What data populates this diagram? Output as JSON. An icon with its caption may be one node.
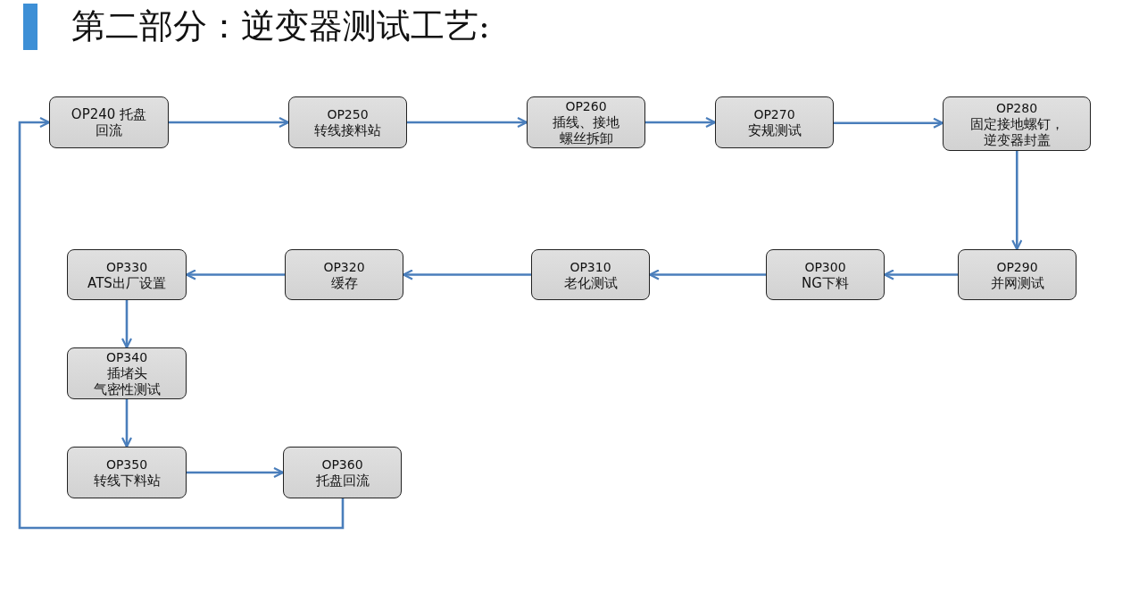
{
  "diagram": {
    "title": "第二部分：逆变器测试工艺:",
    "nodes": [
      {
        "text": [
          "OP240 托盘回流"
        ]
      },
      {
        "text": [
          "OP250",
          "转线接料站"
        ]
      },
      {
        "text": [
          "OP260",
          "插线、接地螺丝拆卸"
        ]
      },
      {
        "text": [
          "OP270",
          "安规测试"
        ]
      },
      {
        "text": [
          "OP280",
          "固定接地螺钉，逆变器封盖"
        ]
      },
      {
        "text": [
          "OP290",
          "并网测试"
        ]
      },
      {
        "text": [
          "OP300",
          "NG下料"
        ]
      },
      {
        "text": [
          "OP310",
          "老化测试"
        ]
      },
      {
        "text": [
          "OP320",
          "缓存"
        ]
      },
      {
        "text": [
          "OP330",
          "ATS出厂设置"
        ]
      },
      {
        "text": [
          "OP340",
          "插堵头",
          "气密性测试"
        ]
      },
      {
        "text": [
          "OP350",
          "转线下料站"
        ]
      },
      {
        "text": [
          "OP360",
          "托盘回流"
        ]
      }
    ],
    "edges": [
      {
        "from": 0,
        "to": 1,
        "arrow": "to"
      },
      {
        "from": 1,
        "to": 2,
        "arrow": "to"
      },
      {
        "from": 2,
        "to": 3,
        "arrow": "to"
      },
      {
        "from": 3,
        "to": 4,
        "arrow": "to"
      },
      {
        "from": 4,
        "to": 5,
        "arrow": "to"
      },
      {
        "from": 5,
        "to": 6,
        "arrow": "to"
      },
      {
        "from": 6,
        "to": 7,
        "arrow": "to"
      },
      {
        "from": 7,
        "to": 8,
        "arrow": "to"
      },
      {
        "from": 8,
        "to": 9,
        "arrow": "to"
      },
      {
        "from": 9,
        "to": 10,
        "arrow": "to"
      },
      {
        "from": 10,
        "to": 11,
        "arrow": "to"
      },
      {
        "from": 11,
        "to": 12,
        "arrow": "to"
      },
      {
        "from": 12,
        "to": 0,
        "arrow": "to"
      }
    ]
  }
}
